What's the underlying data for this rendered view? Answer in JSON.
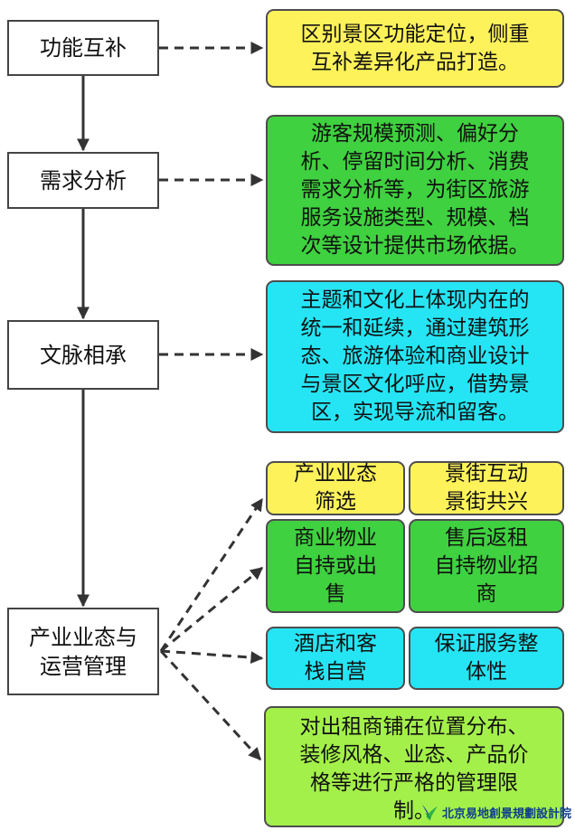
{
  "steps": [
    "功能互补",
    "需求分析",
    "文脉相承",
    "产业业态与\n运营管理"
  ],
  "notes": {
    "functional_complement": "区别景区功能定位，侧重\n互补差异化产品打造。",
    "demand_analysis": "游客规模预测、偏好分\n析、停留时间分析、消费\n需求分析等，为街区旅游\n服务设施类型、规模、档\n次等设计提供市场依据。",
    "cultural_continuity": "主题和文化上体现内在的\n统一和延续，通过建筑形\n态、旅游体验和商业设计\n与景区文化呼应，借势景\n区，实现导流和留客。"
  },
  "operations": {
    "format_screening": "产业业态\n筛选",
    "scenic_interaction": "景街互动\n景街共兴",
    "commercial_property": "商业物业\n自持或出\n售",
    "after_sale_leaseback": "售后返租\n自持物业招\n商",
    "hotel_inn": "酒店和客\n栈自营",
    "service_integrity": "保证服务整\n体性",
    "tenant_management": "对出租商铺在位置分布、\n装修风格、业态、产品价\n格等进行严格的管理限\n制。"
  },
  "watermark": {
    "logo_icon": "bird-logo-icon",
    "text": "北京易地創景規劃設計院"
  },
  "colors": {
    "yellow": "#fef25a",
    "green": "#3fd13f",
    "cyan": "#25e5f5",
    "lime": "#a4f04a"
  }
}
